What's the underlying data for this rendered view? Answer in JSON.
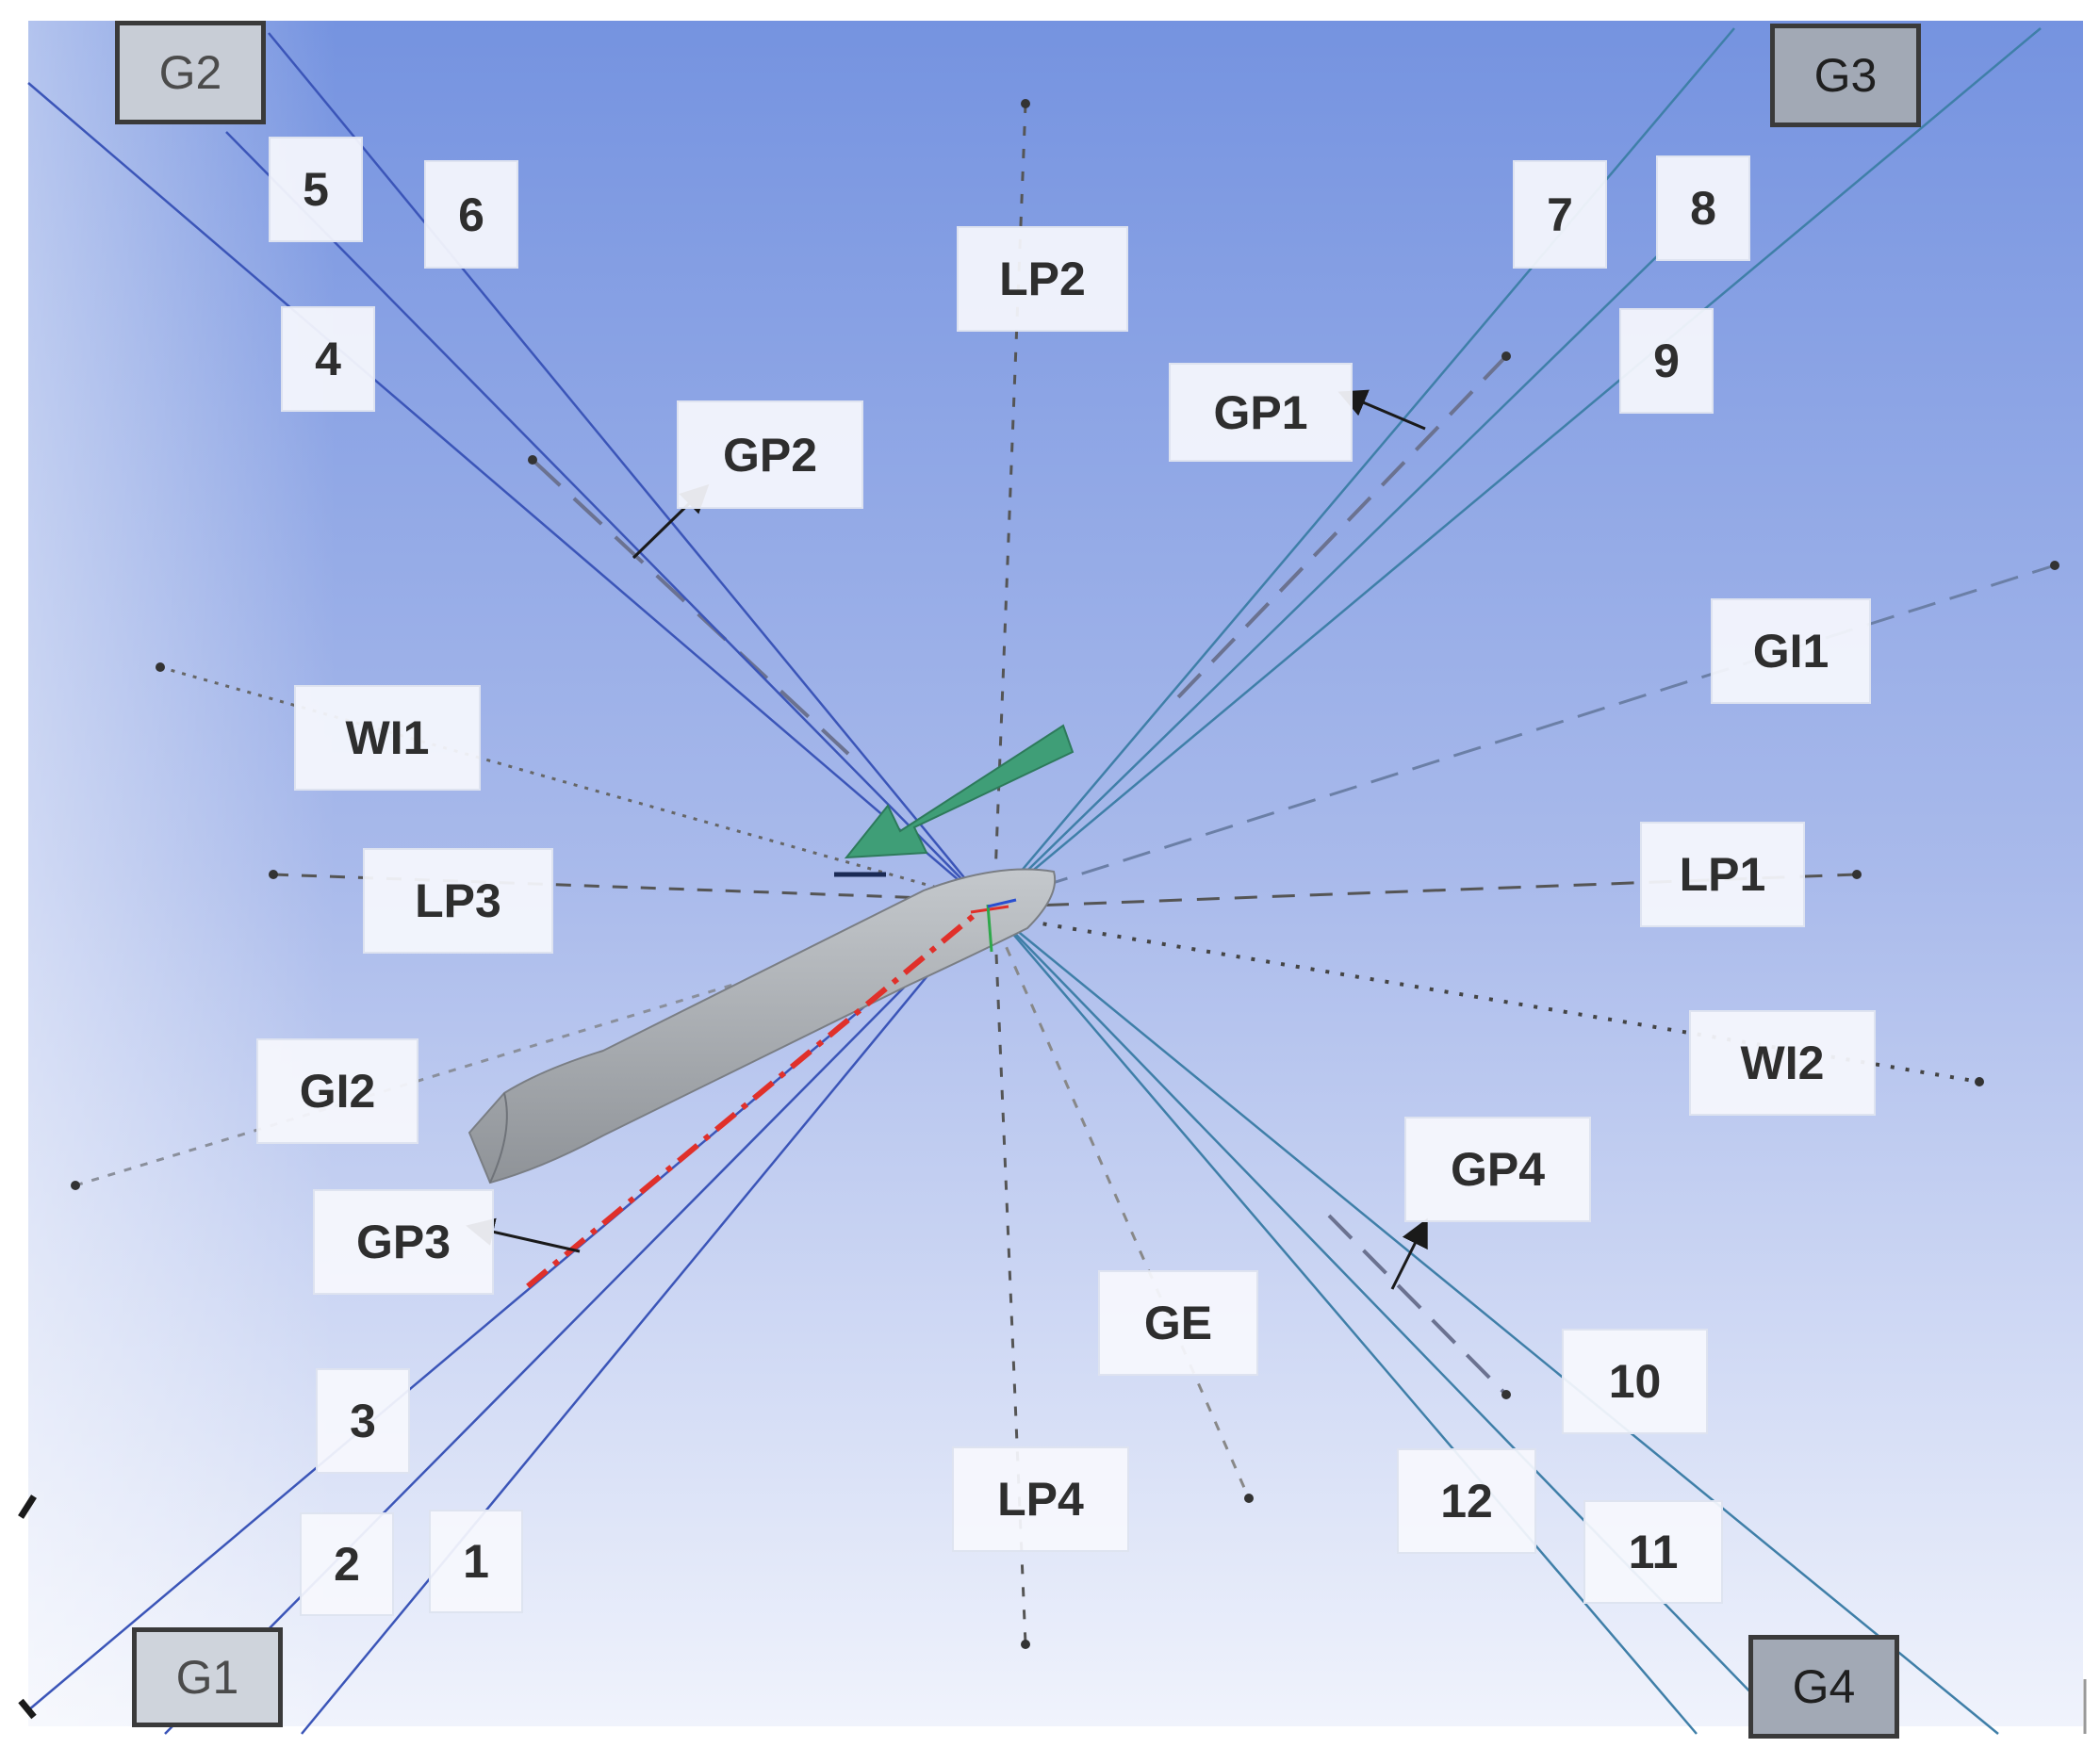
{
  "labels": {
    "g1": "G1",
    "g2": "G2",
    "g3": "G3",
    "g4": "G4",
    "n1": "1",
    "n2": "2",
    "n3": "3",
    "n4": "4",
    "n5": "5",
    "n6": "6",
    "n7": "7",
    "n8": "8",
    "n9": "9",
    "n10": "10",
    "n11": "11",
    "n12": "12",
    "lp1": "LP1",
    "lp2": "LP2",
    "lp3": "LP3",
    "lp4": "LP4",
    "gp1": "GP1",
    "gp2": "GP2",
    "gp3": "GP3",
    "gp4": "GP4",
    "gi1": "GI1",
    "gi2": "GI2",
    "wi1": "WI1",
    "wi2": "WI2",
    "ge": "GE"
  },
  "colors": {
    "background_top": "#7a98e2",
    "background_bottom": "#eef1fb",
    "ray_line": "#4a60b8",
    "ray_line_teal": "#3f7fa8",
    "ship_hull": "#a9adb2",
    "wind_arrow": "#3f9e77",
    "centerline": "#e0302a"
  }
}
